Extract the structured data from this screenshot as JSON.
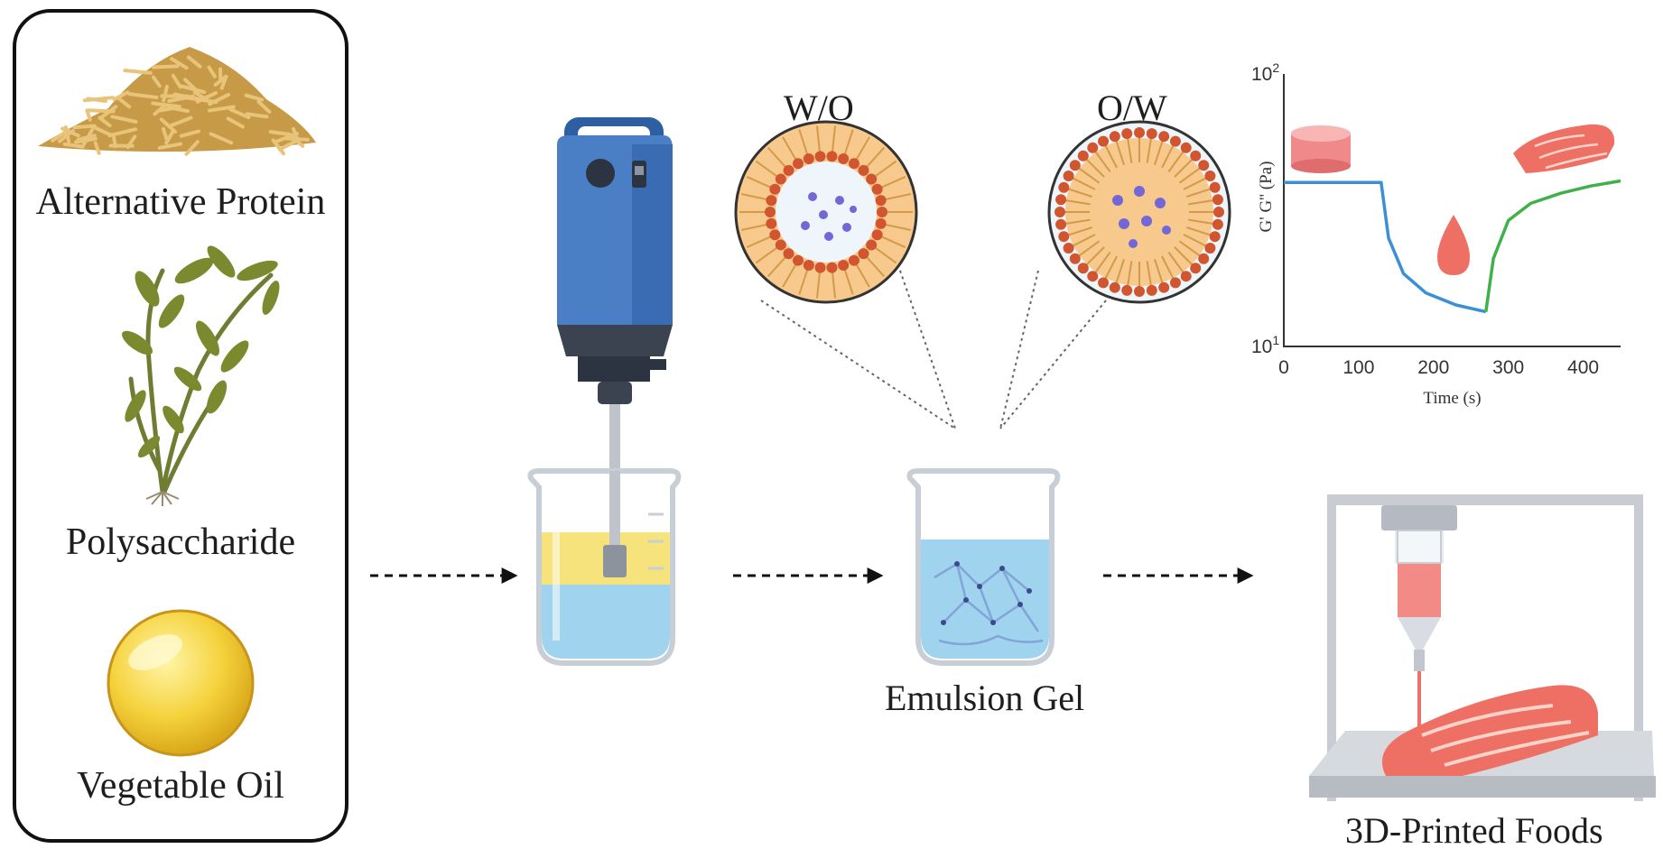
{
  "ingredients": {
    "items": [
      {
        "label": "Alternative Protein",
        "icon": "rice-grain-icon"
      },
      {
        "label": "Polysaccharide",
        "icon": "seaweed-plant-icon"
      },
      {
        "label": "Vegetable Oil",
        "icon": "oil-droplet-icon"
      }
    ]
  },
  "emulsions": {
    "water_in_oil": "W/O",
    "oil_in_water": "O/W"
  },
  "process": {
    "emulsion_gel": "Emulsion Gel",
    "printed_foods": "3D-Printed Foods"
  },
  "colors": {
    "storage_curve": "#3a8fd6",
    "recovery_curve": "#3fb04a",
    "salmon": "#ee6f63",
    "oil_shell": "#f7c98d",
    "surfactant_head": "#d1552f",
    "dispersed_dot": "#7366d6",
    "water_phase": "#9fd3ee",
    "oil_phase": "#f7e37b"
  },
  "chart_data": {
    "type": "line",
    "xlabel": "Time (s)",
    "ylabel": "G' G'' (Pa)",
    "xlim": [
      0,
      450
    ],
    "yscale": "log",
    "ylim": [
      10,
      100
    ],
    "xticks": [
      "0",
      "100",
      "200",
      "300",
      "400"
    ],
    "yticks": [
      {
        "base": "10",
        "exp": "1"
      },
      {
        "base": "10",
        "exp": "2"
      }
    ],
    "series": [
      {
        "color": "#3a8fd6",
        "x": [
          0,
          130,
          140,
          160,
          190,
          230,
          270
        ],
        "y": [
          40,
          40,
          25,
          18.5,
          15.7,
          14.2,
          13.4
        ]
      },
      {
        "color": "#3fb04a",
        "x": [
          270,
          280,
          300,
          330,
          370,
          410,
          450
        ],
        "y": [
          13.4,
          21,
          29,
          33.5,
          36.5,
          38.8,
          40.5
        ]
      }
    ]
  }
}
